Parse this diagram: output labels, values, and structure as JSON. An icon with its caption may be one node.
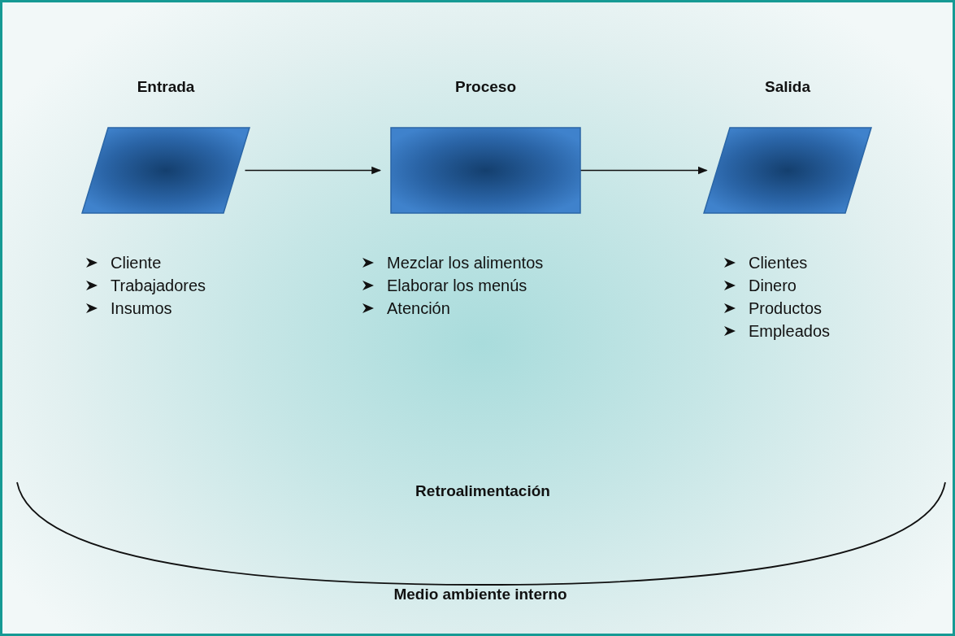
{
  "diagram": {
    "nodes": [
      {
        "text": [],
        "shape": "parallelogram",
        "beside": [
          "Entrada",
          "Cliente",
          "Trabajadores",
          "Insumos"
        ]
      },
      {
        "text": [],
        "shape": "box",
        "beside": [
          "Proceso",
          "Mezclar los alimentos",
          "Elaborar los menús",
          "Atención"
        ]
      },
      {
        "text": [],
        "shape": "parallelogram",
        "beside": [
          "Salida",
          "Clientes",
          "Dinero",
          "Productos",
          "Empleados"
        ]
      }
    ],
    "edges": [
      {
        "from": 0,
        "to": 1,
        "arrow": "to"
      },
      {
        "from": 1,
        "to": 2,
        "arrow": "to"
      }
    ],
    "labels": [
      "Retroalimentación",
      "Medio ambiente interno"
    ]
  }
}
